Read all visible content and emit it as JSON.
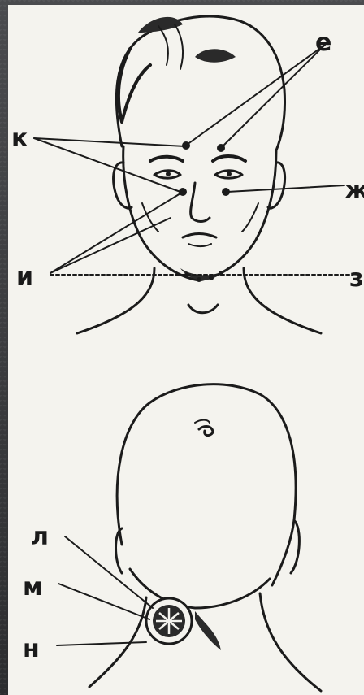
{
  "figure": {
    "front_view": {
      "labels": {
        "e": "е",
        "k": "к",
        "zh": "ж",
        "i": "и",
        "z": "з"
      }
    },
    "back_view": {
      "labels": {
        "l": "л",
        "m": "м",
        "n": "н"
      }
    }
  }
}
